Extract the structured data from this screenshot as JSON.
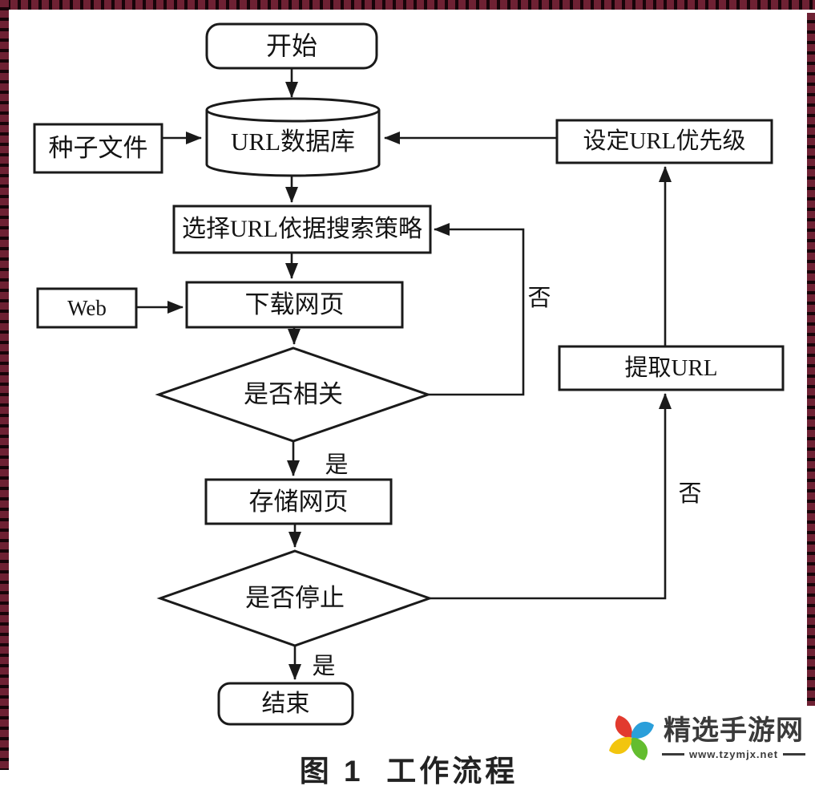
{
  "figure": {
    "caption": "图 1  工作流程"
  },
  "flowchart": {
    "nodes": {
      "start": {
        "label": "开始",
        "type": "terminator"
      },
      "url_db": {
        "label": "URL数据库",
        "type": "database"
      },
      "seed_file": {
        "label": "种子文件",
        "type": "process"
      },
      "select_url": {
        "label": "选择URL依据搜索策略",
        "type": "process"
      },
      "web": {
        "label": "Web",
        "type": "process"
      },
      "download": {
        "label": "下载网页",
        "type": "process"
      },
      "relevant": {
        "label": "是否相关",
        "type": "decision"
      },
      "store": {
        "label": "存储网页",
        "type": "process"
      },
      "stop": {
        "label": "是否停止",
        "type": "decision"
      },
      "end": {
        "label": "结束",
        "type": "terminator"
      },
      "set_priority": {
        "label": "设定URL优先级",
        "type": "process"
      },
      "extract_url": {
        "label": "提取URL",
        "type": "process"
      }
    },
    "edges": [
      {
        "from": "start",
        "to": "url_db",
        "label": ""
      },
      {
        "from": "seed_file",
        "to": "url_db",
        "label": ""
      },
      {
        "from": "set_priority",
        "to": "url_db",
        "label": ""
      },
      {
        "from": "url_db",
        "to": "select_url",
        "label": ""
      },
      {
        "from": "select_url",
        "to": "download",
        "label": ""
      },
      {
        "from": "web",
        "to": "download",
        "label": ""
      },
      {
        "from": "download",
        "to": "relevant",
        "label": ""
      },
      {
        "from": "relevant",
        "to": "store",
        "label": "是"
      },
      {
        "from": "relevant",
        "to": "select_url",
        "label": "否"
      },
      {
        "from": "store",
        "to": "stop",
        "label": ""
      },
      {
        "from": "stop",
        "to": "extract_url",
        "label": "否"
      },
      {
        "from": "stop",
        "to": "end",
        "label": "是"
      },
      {
        "from": "extract_url",
        "to": "set_priority",
        "label": ""
      }
    ]
  },
  "watermark": {
    "site_name": "精选手游网",
    "site_url": "www.tzymjx.net"
  },
  "colors": {
    "border_maroon": "#6e2133",
    "border_dark": "#170409",
    "line": "#1a1a1a",
    "background": "#ffffff",
    "watermark_text": "#3a3a3a",
    "logo_red": "#e23a2e",
    "logo_blue": "#2b9fda",
    "logo_green": "#63bd2f",
    "logo_yellow": "#f2c50e"
  }
}
